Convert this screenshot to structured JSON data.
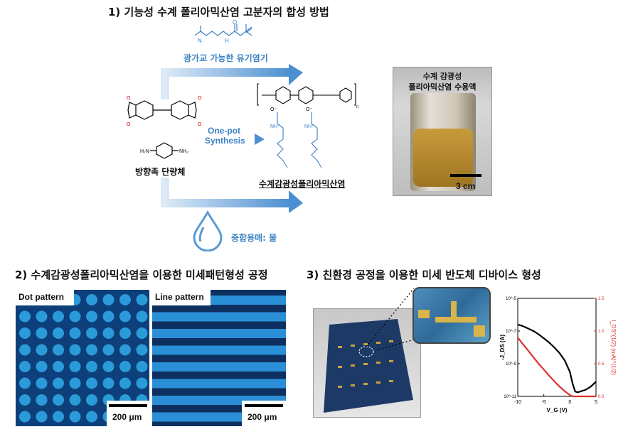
{
  "section1": {
    "title": "1) 기능성 수계 폴리아믹산염 고분자의 합성 방법",
    "photo_group_label": "광가교 가능한 유기염기",
    "one_pot_line1": "One-pot",
    "one_pot_line2": "Synthesis",
    "monomer_label": "방향족 단량체",
    "product_label": "수계감광성폴리아믹산염",
    "solvent_label": "중합용매: 물",
    "photo_label_line1": "수계 감광성",
    "photo_label_line2": "폴리아믹산염 수용액",
    "photo_scale": "3 cm"
  },
  "section2": {
    "title": "2) 수계감광성폴리아믹산염을 이용한 미세패턴형성 공정",
    "dot_label": "Dot pattern",
    "line_label": "Line pattern",
    "dot_scale": "200 μm",
    "line_scale": "200 μm"
  },
  "section3": {
    "title": "3) 친환경 공정을 이용한 미세 반도체 디바이스 형성"
  },
  "colors": {
    "accent_blue": "#3b82c4",
    "curve_black": "#000000",
    "curve_red": "#e03030"
  },
  "chart_data": {
    "type": "line",
    "xlabel": "V_G (V)",
    "ylabel_left": "-J_DS (A)",
    "ylabel_right": "I_DS^(1/2) (mA)^(1/2)",
    "x_ticks": [
      "-10",
      "-5",
      "0",
      "5"
    ],
    "y_ticks_left": [
      "10^-5",
      "10^-7",
      "10^-9",
      "10^-11"
    ],
    "y_ticks_right": [
      "0.0",
      "0.5",
      "1.0",
      "1.5"
    ],
    "xlim": [
      -10,
      5
    ],
    "ylim_left_log10": [
      -11,
      -5
    ],
    "ylim_right": [
      0,
      1.5
    ],
    "scale_left": "log",
    "series": [
      {
        "axis": "left",
        "color": "#000000",
        "x": [
          -10,
          -9,
          -8,
          -7,
          -6,
          -5,
          -4,
          -3,
          -2,
          -1,
          0,
          0.5,
          1,
          1.5,
          2,
          3,
          4,
          5
        ],
        "y_log10": [
          -6.6,
          -6.7,
          -6.85,
          -7.0,
          -7.2,
          -7.45,
          -7.7,
          -8.0,
          -8.35,
          -8.8,
          -9.5,
          -10.2,
          -10.7,
          -10.75,
          -10.7,
          -10.6,
          -10.4,
          -10.1
        ]
      },
      {
        "axis": "right",
        "color": "#e03030",
        "x": [
          -10,
          -9,
          -8,
          -7,
          -6,
          -5,
          -4,
          -3,
          -2,
          -1,
          0,
          0.5,
          1,
          2,
          3,
          4,
          5
        ],
        "y": [
          0.9,
          0.8,
          0.7,
          0.6,
          0.5,
          0.41,
          0.32,
          0.23,
          0.15,
          0.08,
          0.02,
          0.0,
          0.0,
          0.0,
          0.0,
          0.0,
          0.0
        ]
      }
    ]
  }
}
